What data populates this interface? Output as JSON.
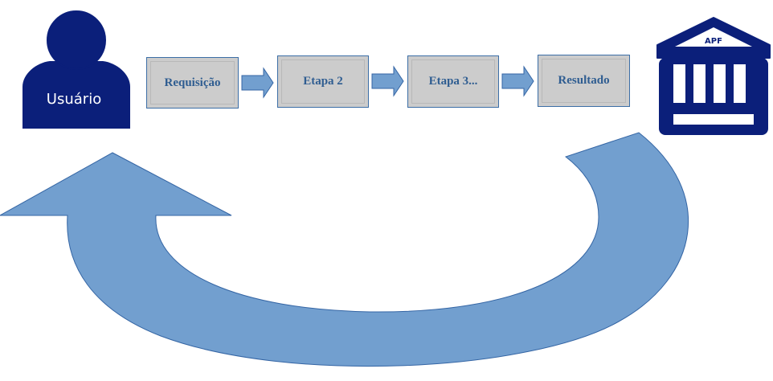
{
  "user": {
    "label": "Usuário",
    "icon": "user-icon",
    "color": "#0b1f7a"
  },
  "institution": {
    "label": "APF",
    "icon": "bank-building-icon",
    "color": "#0b1f7a"
  },
  "flow_steps": [
    {
      "label": "Requisição"
    },
    {
      "label": "Etapa 2"
    },
    {
      "label": "Etapa 3..."
    },
    {
      "label": "Resultado"
    }
  ],
  "colors": {
    "arrow_fill": "#729fcf",
    "arrow_stroke": "#3465a4",
    "box_fill": "#cccccc",
    "box_text": "#2f5d91"
  }
}
